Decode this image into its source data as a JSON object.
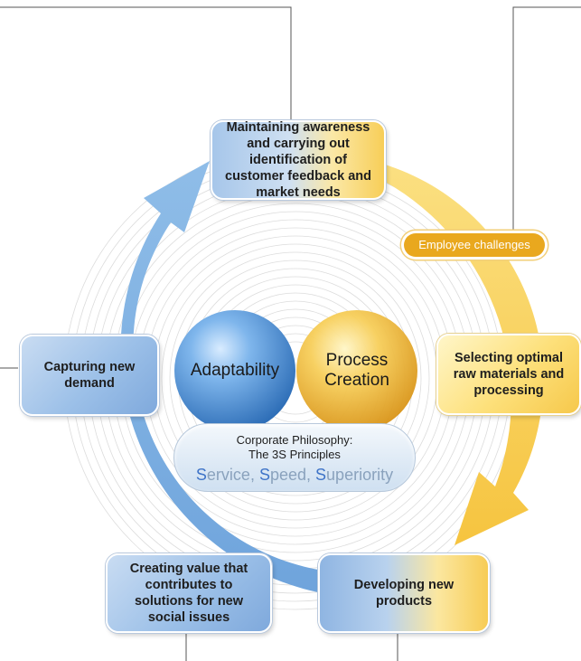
{
  "center": {
    "left_sphere": "Adaptability",
    "right_sphere_line1": "Process",
    "right_sphere_line2": "Creation",
    "philosophy_line1": "Corporate Philosophy:",
    "philosophy_line2": "The 3S Principles",
    "principles": [
      {
        "initial": "S",
        "rest": "ervice"
      },
      {
        "initial": "S",
        "rest": "peed"
      },
      {
        "initial": "S",
        "rest": "uperiority"
      }
    ],
    "principle_separator": ", "
  },
  "steps": [
    {
      "id": "market-needs",
      "text": "Maintaining awareness and carrying out identification of customer feedback and market needs"
    },
    {
      "id": "raw-materials",
      "text": "Selecting optimal raw materials and processing"
    },
    {
      "id": "new-products",
      "text": "Developing new products"
    },
    {
      "id": "creating-value",
      "text": "Creating value that contributes to solutions for new social issues"
    },
    {
      "id": "new-demand",
      "text": "Capturing new demand"
    }
  ],
  "tag": "Employee challenges",
  "colors": {
    "blue_arrow": "#7fb0e0",
    "yellow_arrow": "#f7c948",
    "tag": "#e9a81e",
    "sphere_blue": "#4a8fd6",
    "sphere_yellow": "#f0b52c"
  }
}
